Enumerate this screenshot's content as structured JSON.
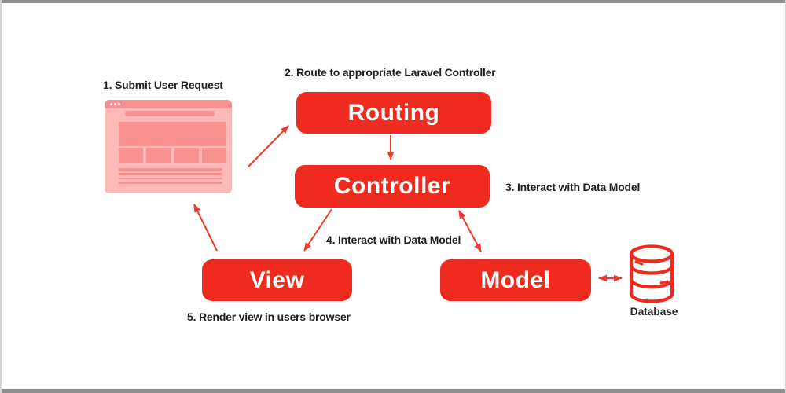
{
  "diagram": {
    "title_context": "Laravel MVC request lifecycle diagram",
    "steps": {
      "step1": "1. Submit User Request",
      "step2": "2. Route to appropriate Laravel Controller",
      "step3": "3. Interact with Data Model",
      "step4": "4. Interact with Data Model",
      "step5": "5. Render view in users browser"
    },
    "nodes": {
      "routing": "Routing",
      "controller": "Controller",
      "view": "View",
      "model": "Model"
    },
    "database_label": "Database",
    "icons": [
      "browser-window-icon",
      "database-cylinder-icon"
    ],
    "arrows": [
      {
        "name": "arrow-browser-to-routing",
        "from": "browser",
        "to": "routing",
        "double": false
      },
      {
        "name": "arrow-routing-to-controller",
        "from": "routing",
        "to": "controller",
        "double": false
      },
      {
        "name": "arrow-controller-to-view",
        "from": "controller",
        "to": "view",
        "double": false
      },
      {
        "name": "arrow-controller-model",
        "from": "controller",
        "to": "model",
        "double": true
      },
      {
        "name": "arrow-view-to-browser",
        "from": "view",
        "to": "browser",
        "double": false
      },
      {
        "name": "arrow-model-database",
        "from": "model",
        "to": "database",
        "double": true
      }
    ],
    "colors": {
      "node_red": "#ee2b1e",
      "arrow_red": "#f1382a",
      "browser_body_pink": "#fbb9b8",
      "browser_element_salmon": "#f9918f",
      "label_text": "#1e1e1e",
      "node_text": "#ffffff",
      "frame_gray": "#8e8e8e",
      "background": "#ffffff"
    }
  }
}
